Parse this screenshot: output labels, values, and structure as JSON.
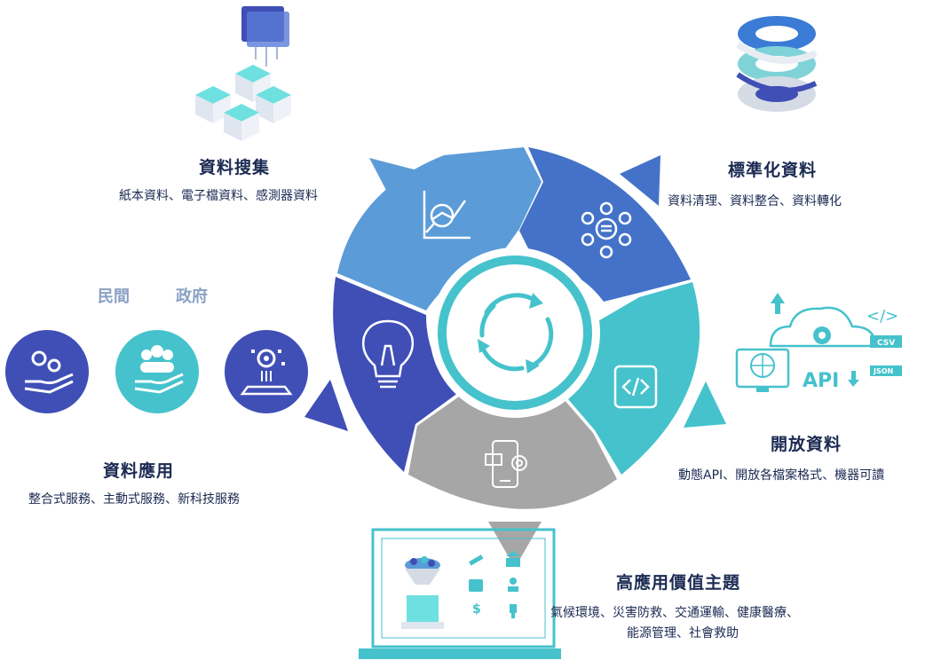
{
  "stages": {
    "collection": {
      "title": "資料搜集",
      "subtitle": "紙本資料、電子檔資料、感測器資料"
    },
    "standardization": {
      "title": "標準化資料",
      "subtitle": "資料清理、資料整合、資料轉化"
    },
    "open_data": {
      "title": "開放資料",
      "subtitle": "動態API、開放各檔案格式、機器可讀"
    },
    "high_value": {
      "title": "高應用價值主題",
      "subtitle_line1": "氣候環境、災害防救、交通運輸、健康醫療、",
      "subtitle_line2": "能源管理、社會救助"
    },
    "application": {
      "title": "資料應用",
      "subtitle": "整合式服務、主動式服務、新科技服務",
      "label_private": "民間",
      "label_government": "政府"
    }
  },
  "api_illustration": {
    "api_text": "API",
    "csv_text": "CSV",
    "json_text": "JSON",
    "code_text": "</>"
  },
  "colors": {
    "segment_top_left": "#5b9bd8",
    "segment_top_right": "#4472c8",
    "segment_right": "#45c2cc",
    "segment_bottom": "#a6a6a6",
    "segment_left": "#3f4fb6",
    "accent_teal": "#45c2cc",
    "accent_navy": "#1b2a52"
  },
  "icons": {
    "segment_top_left": "chart-magnifier-icon",
    "segment_top_right": "network-hub-icon",
    "segment_right": "code-window-icon",
    "segment_bottom": "mobile-gear-icon",
    "segment_left": "lightbulb-icon",
    "center": "cycle-arrows-icon"
  }
}
